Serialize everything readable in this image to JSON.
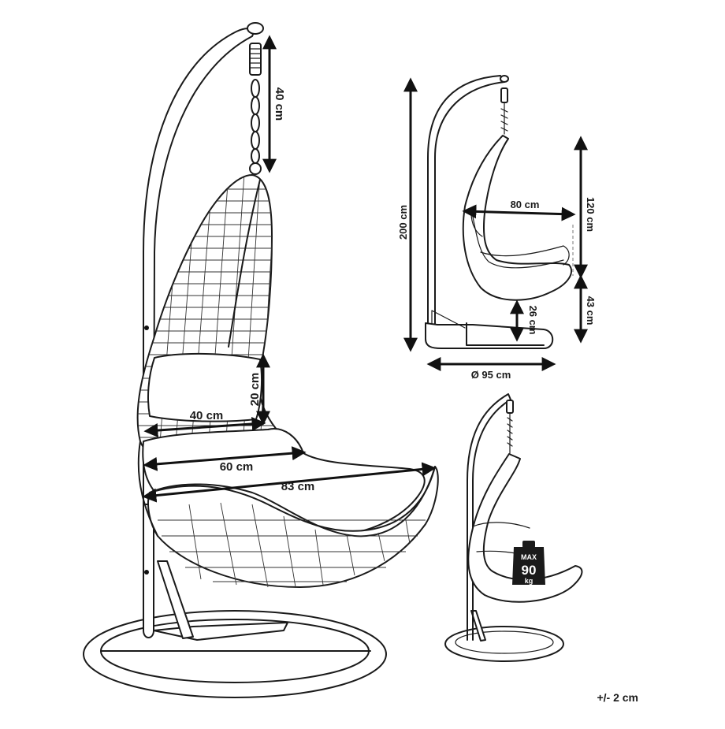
{
  "main_view": {
    "chain_height": "40 cm",
    "cushion_height": "20 cm",
    "back_width": "40 cm",
    "seat_depth": "60 cm",
    "total_depth": "83 cm"
  },
  "side_view": {
    "total_height": "200 cm",
    "chair_depth": "80 cm",
    "chair_height": "120 cm",
    "base_height": "26 cm",
    "seat_floor_height": "43 cm",
    "base_diameter": "Ø 95 cm"
  },
  "load_view": {
    "max_line1": "MAX",
    "max_value": "90",
    "max_unit": "kg"
  },
  "footer": {
    "tolerance": "+/- 2 cm"
  }
}
